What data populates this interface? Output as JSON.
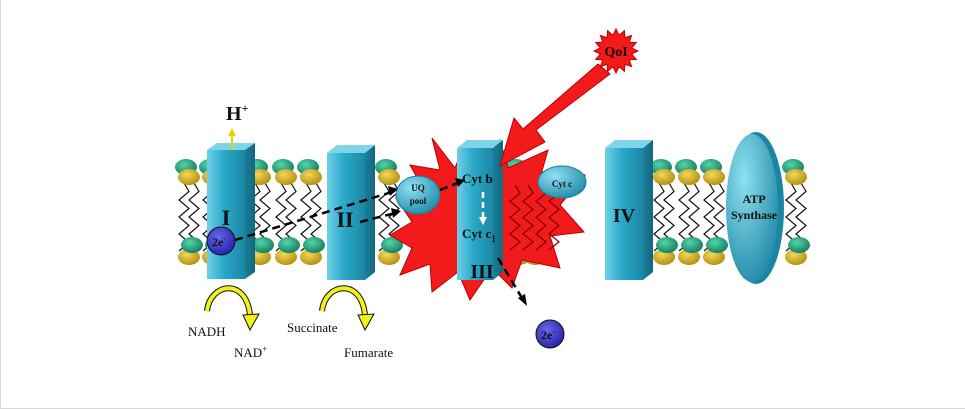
{
  "colors": {
    "protein": "#2aa9c9",
    "protein_dark": "#1c7f9a",
    "protein_light": "#7fd4ea",
    "head_yellow": "#c9a617",
    "head_green": "#1fa37f",
    "burst_red": "#f21a1a",
    "electron": "#3332c4",
    "arrow_yellow": "#f2f21a"
  },
  "complexes": {
    "I": "I",
    "II": "II",
    "III": "III",
    "IV": "IV"
  },
  "labels": {
    "proton": "H",
    "proton_sup": "+",
    "electron_main": "2e",
    "electron_sup": "-",
    "electron_out": "2e",
    "electron_out_sup": "-",
    "uq_line1": "UQ",
    "uq_line2": "pool",
    "cyt_b": "Cyt b",
    "cyt_c1": "Cyt c",
    "cyt_c1_sub": "1",
    "cyt_c": "Cyt c",
    "atp_line1": "ATP",
    "atp_line2": "Synthase",
    "qoi": "QoI",
    "nadh": "NADH",
    "nad": "NAD",
    "nad_sup": "+",
    "succinate": "Succinate",
    "fumarate": "Fumarate"
  },
  "icons": {
    "inhibitor": "starburst-icon",
    "electron": "electron-circle-icon",
    "lipid": "phospholipid-icon"
  }
}
